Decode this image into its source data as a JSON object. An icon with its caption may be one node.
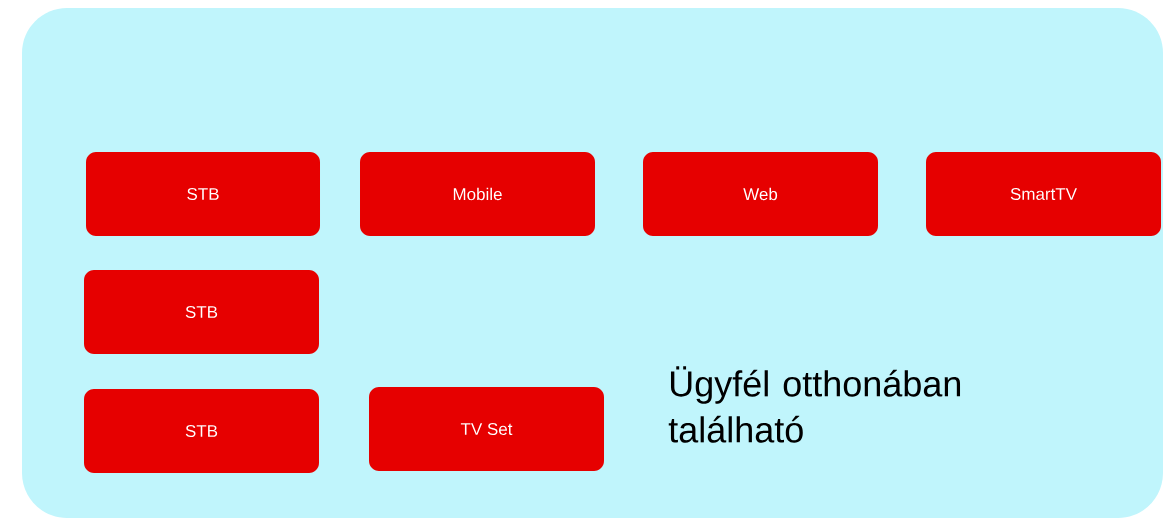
{
  "diagram": {
    "nodes": [
      {
        "text": [
          "Ügyfél otthonában található"
        ]
      },
      {
        "text": [
          "STB"
        ],
        "in": 0
      },
      {
        "text": [
          "Mobile"
        ],
        "in": 0
      },
      {
        "text": [
          "Web"
        ],
        "in": 0
      },
      {
        "text": [
          "SmartTV"
        ],
        "in": 0
      },
      {
        "text": [
          "STB"
        ],
        "in": 0
      },
      {
        "text": [
          "STB"
        ],
        "in": 0
      },
      {
        "text": [
          "TV Set"
        ],
        "in": 0
      }
    ]
  }
}
